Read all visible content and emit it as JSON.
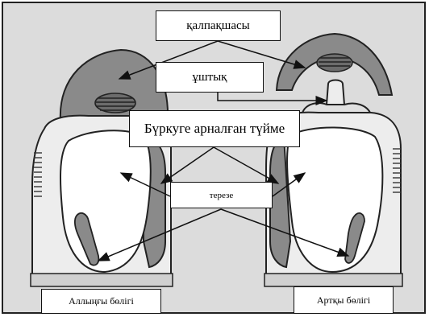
{
  "labels": {
    "cap": "қалпақшасы",
    "nozzle": "ұштық",
    "spray_button": "Бүркуге арналған түйме",
    "window": "терезе",
    "front_part": "Аллыңғы бөлігі",
    "back_part": "Артқы бөлігі"
  },
  "colors": {
    "background": "#dcdcdc",
    "body_fill": "#ededed",
    "dark_part": "#8a8a8a",
    "outline": "#222222"
  }
}
